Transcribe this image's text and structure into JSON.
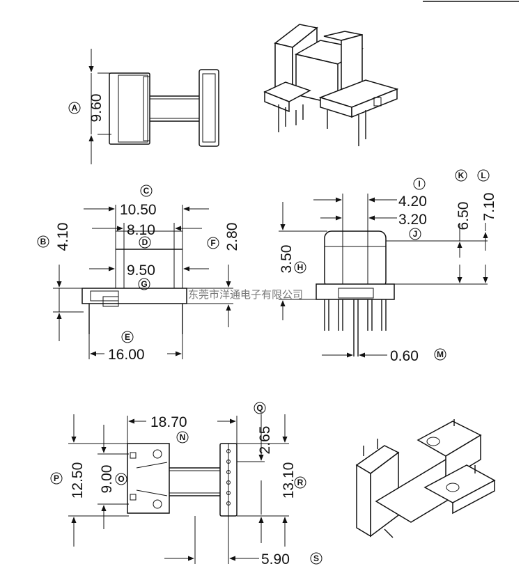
{
  "dimensions": {
    "A": "9.60",
    "C": "10.50",
    "D": "8.10",
    "G": "9.50",
    "B": "4.10",
    "F": "2.80",
    "E": "16.00",
    "I": "4.20",
    "J": "3.20",
    "K": "6.50",
    "L": "7.10",
    "H": "3.50",
    "M": "0.60",
    "N": "18.70",
    "Q": "2.65",
    "P": "12.50",
    "O": "9.00",
    "R": "13.10",
    "S": "5.90"
  },
  "callouts": {
    "A": "A",
    "B": "B",
    "C": "C",
    "D": "D",
    "E": "E",
    "F": "F",
    "G": "G",
    "H": "H",
    "I": "I",
    "J": "J",
    "K": "K",
    "L": "L",
    "M": "M",
    "N": "N",
    "O": "O",
    "P": "P",
    "Q": "Q",
    "R": "R",
    "S": "S"
  },
  "watermark": "东莞市洋通电子有限公司"
}
